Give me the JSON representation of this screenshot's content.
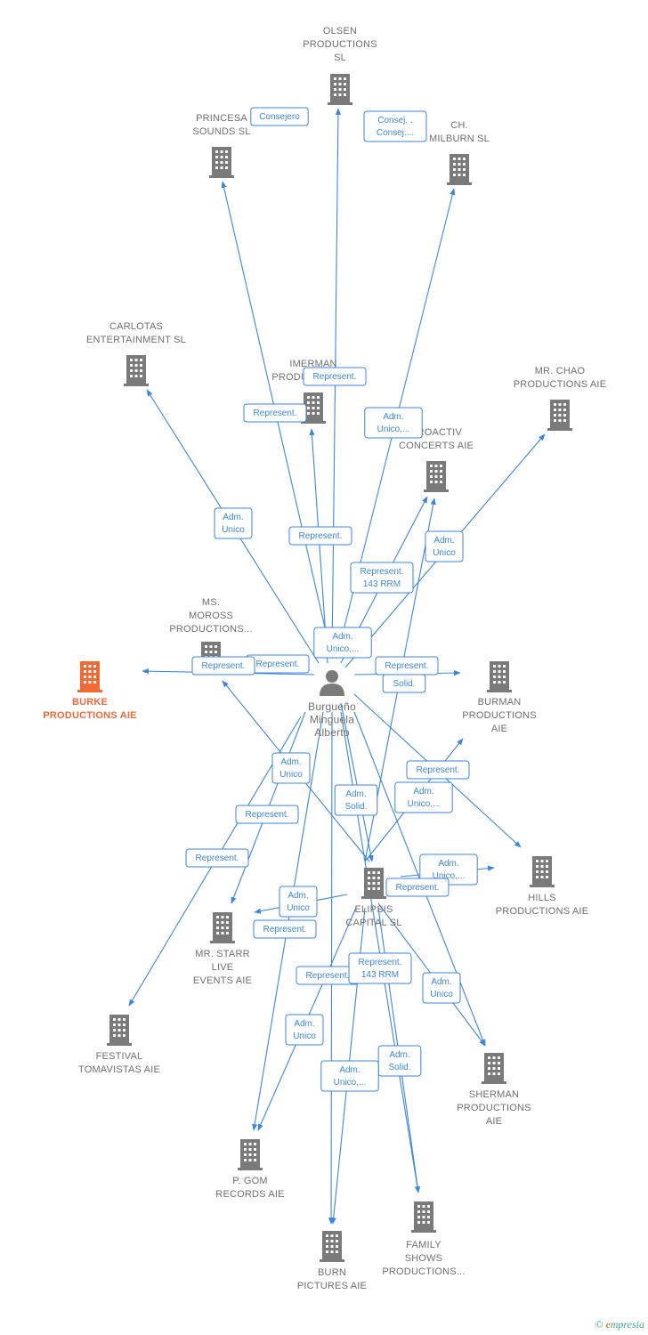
{
  "person": {
    "lines": [
      "Burgueño",
      "Minguela",
      "Alberto"
    ]
  },
  "nodes": [
    {
      "id": "olsen",
      "lines": [
        "OLSEN",
        "PRODUCTIONS",
        "SL"
      ]
    },
    {
      "id": "princesa",
      "lines": [
        "PRINCESA",
        "SOUNDS  SL"
      ]
    },
    {
      "id": "milburn",
      "lines": [
        "CH.",
        "MILBURN  SL"
      ]
    },
    {
      "id": "carlotas",
      "lines": [
        "CARLOTAS",
        "ENTERTAINMENT SL"
      ]
    },
    {
      "id": "imerman",
      "lines": [
        "IMERMAN",
        "PRODUCTIONS..."
      ]
    },
    {
      "id": "chao",
      "lines": [
        "MR.  CHAO",
        "PRODUCTIONS AIE"
      ]
    },
    {
      "id": "proactiv",
      "lines": [
        "PROACTIV",
        "CONCERTS  AIE"
      ]
    },
    {
      "id": "moross",
      "lines": [
        "MS.",
        "MOROSS",
        "PRODUCTIONS..."
      ]
    },
    {
      "id": "burke",
      "lines": [
        "BURKE",
        "PRODUCTIONS AIE"
      ],
      "main": true
    },
    {
      "id": "burman",
      "lines": [
        "BURMAN",
        "PRODUCTIONS",
        "AIE"
      ]
    },
    {
      "id": "elipsis",
      "lines": [
        "ELIPSIS",
        "CAPITAL  SL"
      ]
    },
    {
      "id": "hills",
      "lines": [
        "HILLS",
        "PRODUCTIONS AIE"
      ]
    },
    {
      "id": "starr",
      "lines": [
        "MR.  STARR",
        "LIVE",
        "EVENTS  AIE"
      ]
    },
    {
      "id": "festival",
      "lines": [
        "FESTIVAL",
        "TOMAVISTAS AIE"
      ]
    },
    {
      "id": "sherman",
      "lines": [
        "SHERMAN",
        "PRODUCTIONS",
        "AIE"
      ]
    },
    {
      "id": "pgom",
      "lines": [
        "P.  GOM",
        "RECORDS  AIE"
      ]
    },
    {
      "id": "family",
      "lines": [
        "FAMILY",
        "SHOWS",
        "PRODUCTIONS..."
      ]
    },
    {
      "id": "burn",
      "lines": [
        "BURN",
        "PICTURES  AIE"
      ]
    }
  ],
  "edge_labels": [
    {
      "id": "e1",
      "lines": [
        "Consejero"
      ]
    },
    {
      "id": "e2",
      "lines": [
        "Consej. .",
        "Consej...."
      ]
    },
    {
      "id": "e3",
      "lines": [
        "Represent."
      ]
    },
    {
      "id": "e4",
      "lines": [
        "Represent."
      ]
    },
    {
      "id": "e5",
      "lines": [
        "Adm.",
        "Unico,..."
      ]
    },
    {
      "id": "e6",
      "lines": [
        "Adm.",
        "Unico"
      ]
    },
    {
      "id": "e7",
      "lines": [
        "Represent."
      ]
    },
    {
      "id": "e8",
      "lines": [
        "Adm.",
        "Unico"
      ]
    },
    {
      "id": "e9",
      "lines": [
        "Represent.",
        "143 RRM"
      ]
    },
    {
      "id": "e10",
      "lines": [
        "Adm.",
        "Unico,..."
      ]
    },
    {
      "id": "e11",
      "lines": [
        "Represent."
      ]
    },
    {
      "id": "e12",
      "lines": [
        "Represent."
      ]
    },
    {
      "id": "e13",
      "lines": [
        "Represent."
      ]
    },
    {
      "id": "e14",
      "lines": [
        "Solid."
      ]
    },
    {
      "id": "e15",
      "lines": [
        "Adm.",
        "Unico"
      ]
    },
    {
      "id": "e16",
      "lines": [
        "Represent."
      ]
    },
    {
      "id": "e17",
      "lines": [
        "Adm.",
        "Solid."
      ]
    },
    {
      "id": "e18",
      "lines": [
        "Adm.",
        "Unico,..."
      ]
    },
    {
      "id": "e19",
      "lines": [
        "Represent."
      ]
    },
    {
      "id": "e20",
      "lines": [
        "Represent."
      ]
    },
    {
      "id": "e21",
      "lines": [
        "Adm.",
        "Unico,..."
      ]
    },
    {
      "id": "e22",
      "lines": [
        "Represent."
      ]
    },
    {
      "id": "e23",
      "lines": [
        "Adm.",
        "Unico"
      ]
    },
    {
      "id": "e24",
      "lines": [
        "Represent."
      ]
    },
    {
      "id": "e25",
      "lines": [
        "Represent."
      ]
    },
    {
      "id": "e26",
      "lines": [
        "Represent.",
        "143 RRM"
      ]
    },
    {
      "id": "e27",
      "lines": [
        "Adm.",
        "Unico"
      ]
    },
    {
      "id": "e28",
      "lines": [
        "Adm.",
        "Unico"
      ]
    },
    {
      "id": "e29",
      "lines": [
        "Adm.",
        "Solid."
      ]
    },
    {
      "id": "e30",
      "lines": [
        "Adm.",
        "Unico,..."
      ]
    }
  ],
  "colors": {
    "edge": "#3d86da",
    "building": "#7a7a7a",
    "main_building": "#f06a35",
    "person": "#7a7a7a"
  },
  "icons": {
    "company": "building-icon",
    "person": "person-icon"
  },
  "watermark": {
    "symbol": "©",
    "brand_initial": "e",
    "brand_rest": "mpresia"
  }
}
